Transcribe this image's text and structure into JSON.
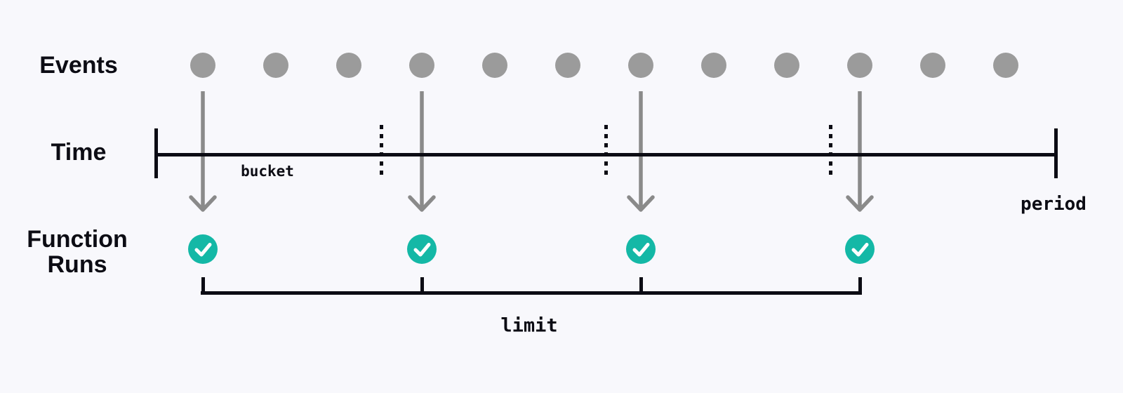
{
  "diagram": {
    "title_semantics": "Event throttling: events over time are grouped into buckets; one function run per bucket up to a limit within a period",
    "colors": {
      "background": "#f8f8fc",
      "ink": "#0c0c14",
      "event_dot": "#9b9b9b",
      "arrow": "#8a8a8a",
      "run_circle": "#14b8a6",
      "check": "#ffffff"
    },
    "labels": {
      "events": "Events",
      "time": "Time",
      "function_runs": "Function\nRuns",
      "bucket": "bucket",
      "period": "period",
      "limit": "limit"
    },
    "events": {
      "count": 12,
      "triggering_indices": [
        0,
        3,
        6,
        9
      ]
    },
    "buckets": {
      "count": 4,
      "inner_boundaries": 3
    },
    "function_runs": {
      "count": 4,
      "status": "completed"
    }
  }
}
